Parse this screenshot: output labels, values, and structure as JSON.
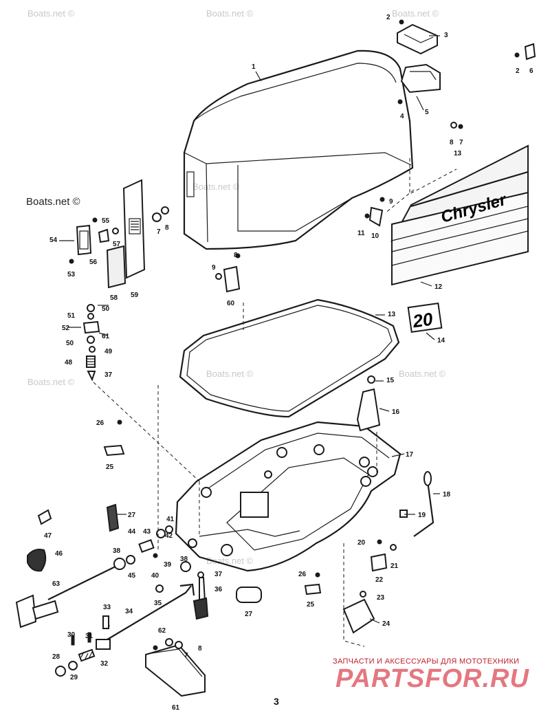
{
  "watermarks": [
    "Boats.net ©",
    "Boats.net ©",
    "Boats.net ©",
    "Boats.net ©",
    "Boats.net ©",
    "Boats.net ©",
    "Boats.net ©",
    "Boats.net ©"
  ],
  "side_watermark": "Boats.net ©",
  "decals": {
    "brand": "Chrysler",
    "model": "20"
  },
  "footer": {
    "tagline": "ЗАПЧАСТИ И АКСЕССУАРЫ ДЛЯ МОТОТЕХНИКИ",
    "logo": "PARTSFOR.RU",
    "page_number": "3"
  },
  "callouts": [
    "1",
    "2",
    "3",
    "2",
    "6",
    "4",
    "5",
    "8",
    "7",
    "13",
    "9",
    "11",
    "10",
    "12",
    "13",
    "14",
    "7",
    "8",
    "55",
    "54",
    "57",
    "56",
    "53",
    "58",
    "59",
    "9",
    "8",
    "60",
    "50",
    "51",
    "52",
    "61",
    "50",
    "49",
    "48",
    "37",
    "15",
    "16",
    "26",
    "25",
    "17",
    "18",
    "19",
    "47",
    "27",
    "41",
    "44",
    "43",
    "42",
    "46",
    "38",
    "45",
    "40",
    "39",
    "38",
    "37",
    "36",
    "20",
    "21",
    "22",
    "63",
    "26",
    "25",
    "23",
    "33",
    "34",
    "35",
    "27",
    "24",
    "30",
    "31",
    "62",
    "8",
    "7",
    "28",
    "32",
    "29",
    "61"
  ]
}
